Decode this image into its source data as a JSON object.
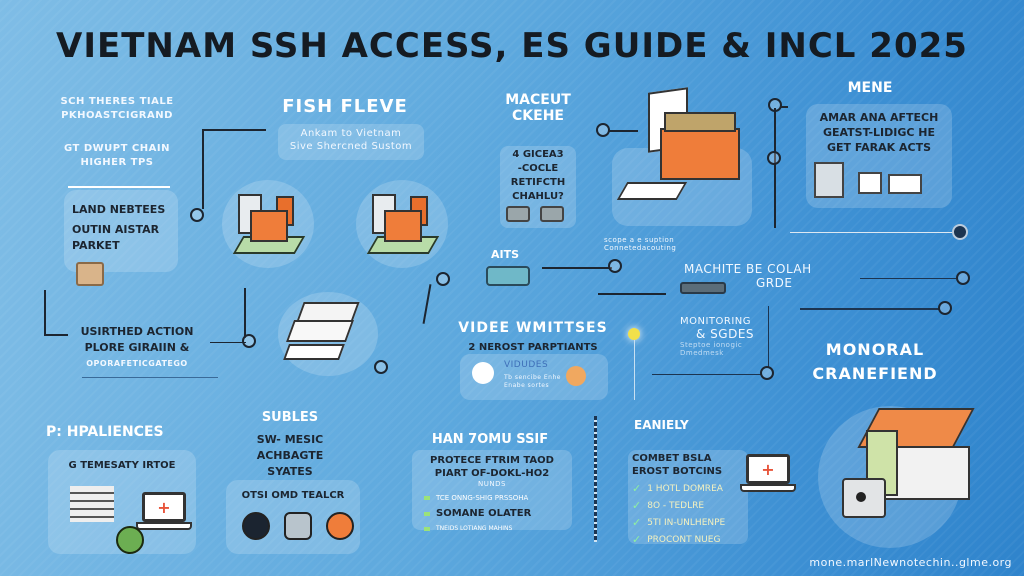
{
  "title": "VIETNAM SSH ACCESS, ES GUIDE & INCL 2025",
  "left_top": {
    "line1": "SCH THERES TIALE",
    "line2": "PKHOASTCIGRAND",
    "line3": "GT DWUPT CHAIN",
    "line4": "HIGHER TPS"
  },
  "left_panel": {
    "lines": [
      "LAND NEBTEES",
      "OUTIN AISTAR",
      "PARKET"
    ]
  },
  "fish": {
    "heading": "FISH FLEVE",
    "sub1": "Ankam to Vietnam",
    "sub2": "Sive Shercned Sustom"
  },
  "maceut": {
    "heading1": "MACEUT",
    "heading2": "CKEHE",
    "lines": [
      "4 GICEA3",
      "-COCLE",
      "RETIFCTH",
      "CHAHLU?"
    ]
  },
  "mene": {
    "heading": "MENE",
    "lines": [
      "AMAR ANA AFTECH",
      "GEATST-LIDIGC HE",
      "GET FARAK ACTS"
    ]
  },
  "aits": {
    "label": "AITS",
    "note1": "scope a e suption",
    "note2": "Connetedacouting"
  },
  "machite": {
    "line1": "MACHITE BE COLAH",
    "line2": "GRDE"
  },
  "used_action": {
    "line1": "USIRTHED ACTION",
    "line2": "PLORE GIRAIIN &",
    "line3": "OPORAFETICGATEGO"
  },
  "video": {
    "heading": "VIDEE WMITTSES",
    "sub": "2 NEROST PARPTIANTS",
    "card_title": "VIDUDES",
    "card_line1": "Tb sencibe Enhe",
    "card_line2": "Enabe sortes"
  },
  "monitoring": {
    "line1": "MONITORING",
    "line2": "& SGDES",
    "line3": "Steptoe ionogic",
    "line4": "Dmedmesk"
  },
  "monoral": {
    "line1": "MONORAL",
    "line2": "CRANEFIEND"
  },
  "hpaliences": {
    "heading": "P: HPALIENCES",
    "panel_title": "G TEMESATY IRTOE"
  },
  "subles": {
    "heading": "SUBLES",
    "lines": [
      "SW- MESIC",
      "ACHBAGTE",
      "SYATES"
    ],
    "panel_title": "OTSI OMD TEALCR"
  },
  "han": {
    "heading": "HAN 7OMU SSIF",
    "line1": "PROTECE FTRIM TAOD",
    "line2": "PIART OF-DOKL-HO2",
    "line3": "NUNDS",
    "bullets": [
      "TCE ONNG-SHIG PRSSOHA",
      "SOMANE OLATER",
      "TNEIDS LOTIANG MAHINS"
    ]
  },
  "eaniely": {
    "heading": "EANIELY",
    "line1": "COMBET BSLA",
    "line2": "EROST BOTCINS",
    "checks": [
      "1 HOTL DOMREA",
      "8O - TEDLRE",
      "5TI IN-UNLHENPE",
      "PROCONT NUEG"
    ]
  },
  "footer_url": "mone.marlNewnotechin..glme.org",
  "colors": {
    "orange": "#ef7d3a",
    "dark": "#1c2530",
    "green_check": "#8ff0a0"
  }
}
